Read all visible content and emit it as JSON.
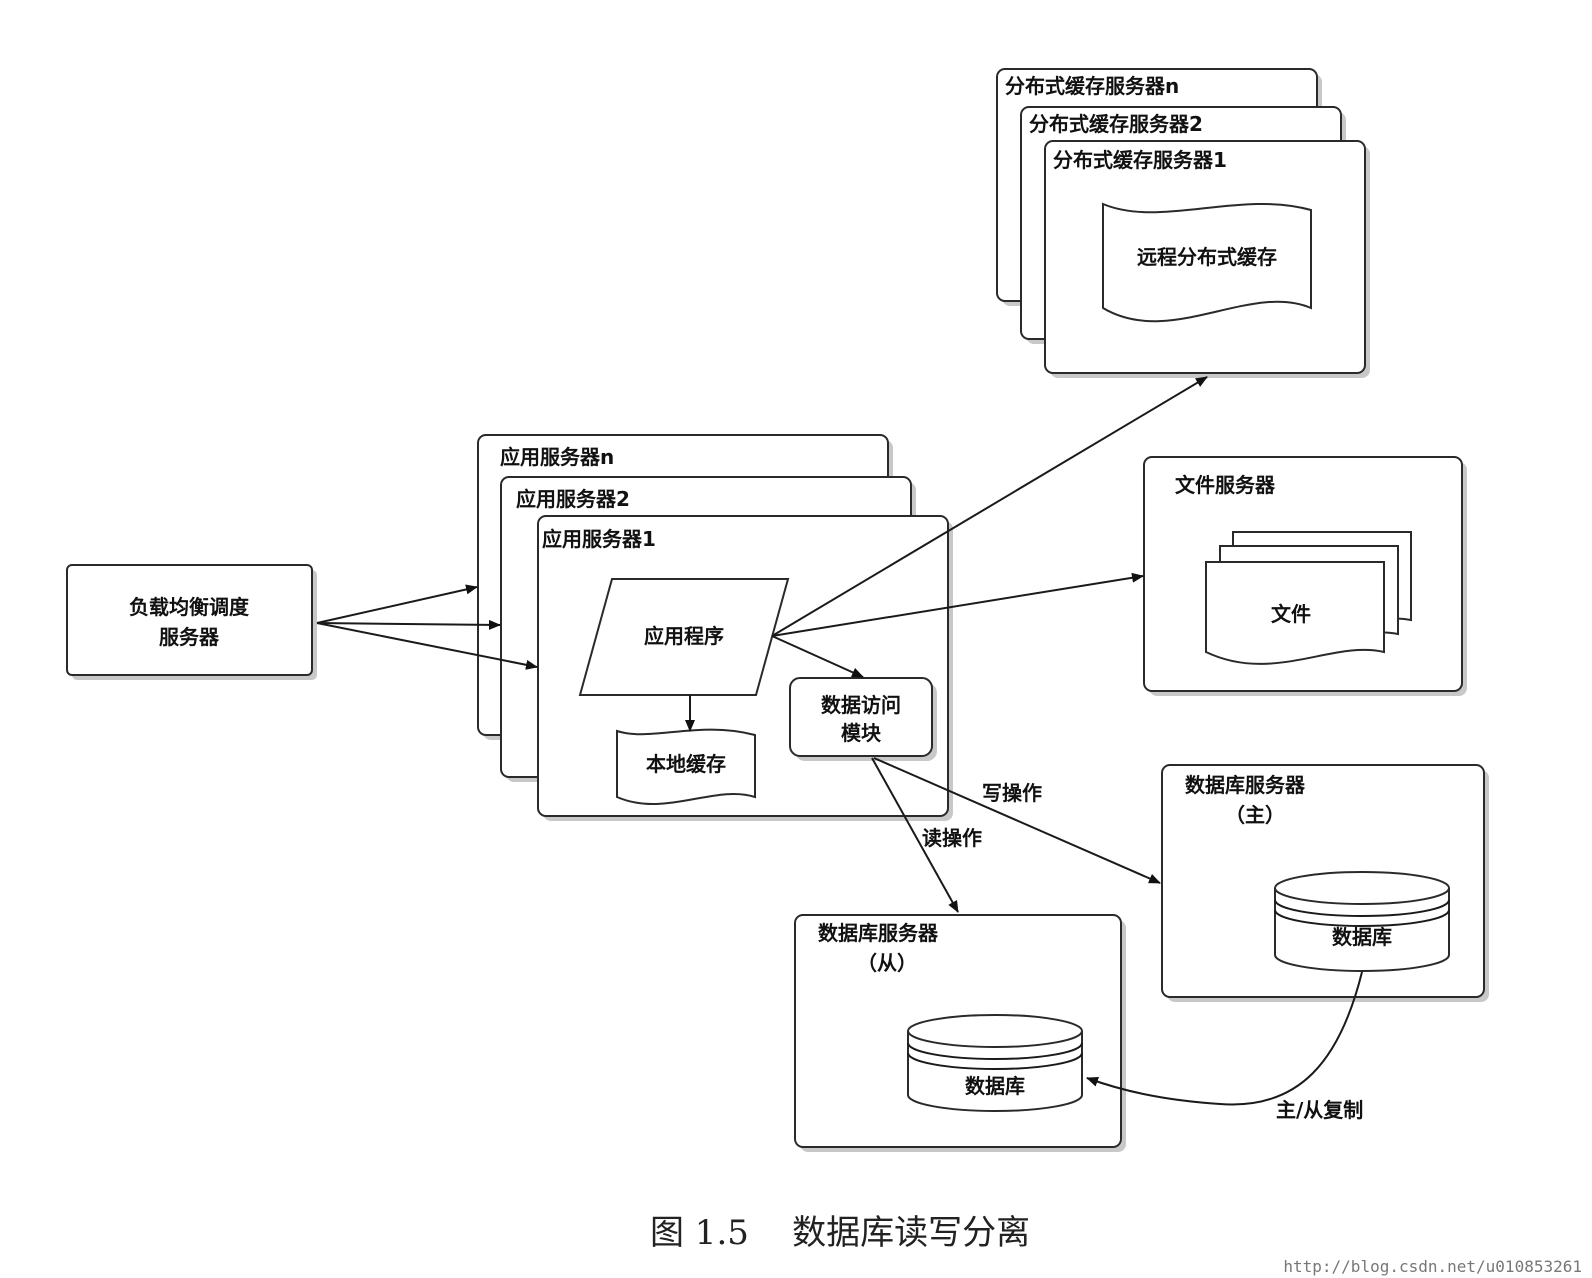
{
  "nodes": {
    "load_balancer": {
      "line1": "负载均衡调度",
      "line2": "服务器"
    },
    "app_server_n": "应用服务器n",
    "app_server_2": "应用服务器2",
    "app_server_1": "应用服务器1",
    "application": "应用程序",
    "local_cache": "本地缓存",
    "data_access": {
      "line1": "数据访问",
      "line2": "模块"
    },
    "cache_server_n": "分布式缓存服务器n",
    "cache_server_2": "分布式缓存服务器2",
    "cache_server_1": "分布式缓存服务器1",
    "remote_cache": "远程分布式缓存",
    "file_server": "文件服务器",
    "file": "文件",
    "db_master": {
      "title": "数据库服务器",
      "role": "（主）",
      "db": "数据库"
    },
    "db_slave": {
      "title": "数据库服务器",
      "role": "（从）",
      "db": "数据库"
    }
  },
  "edges": {
    "write_label": "写操作",
    "read_label": "读操作",
    "replication_label": "主/从复制"
  },
  "caption": "图 1.5    数据库读写分离",
  "watermark": "http://blog.csdn.net/u010853261"
}
